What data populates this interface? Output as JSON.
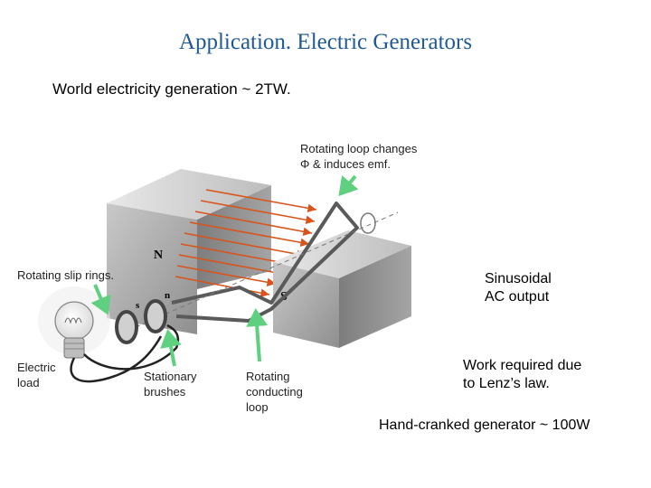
{
  "title": "Application.  Electric Generators",
  "subtitle": "World electricity generation ~ 2TW.",
  "annotations": {
    "rotating_loop_line1": "Rotating loop changes",
    "rotating_loop_line2": "Φ  & induces emf.",
    "slip_rings": "Rotating slip rings.",
    "electric_load_line1": "Electric",
    "electric_load_line2": "load",
    "brushes_line1": "Stationary",
    "brushes_line2": "brushes",
    "conducting_loop_line1": "Rotating",
    "conducting_loop_line2": "conducting",
    "conducting_loop_line3": "loop",
    "sinusoidal_line1": "Sinusoidal",
    "sinusoidal_line2": "AC output",
    "work_line1": "Work required due",
    "work_line2": "to Lenz’s law.",
    "hand_cranked": "Hand-cranked generator ~ 100W"
  },
  "diagram": {
    "north_pole_label": "N",
    "south_pole_label": "S",
    "slip_ring_s_label": "s",
    "slip_ring_n_label": "n"
  },
  "colors": {
    "title": "#1f5a96",
    "arrow_green": "#5fcf80",
    "field_lines": "#d9541c",
    "magnet_gray": "#9a9a9a"
  }
}
